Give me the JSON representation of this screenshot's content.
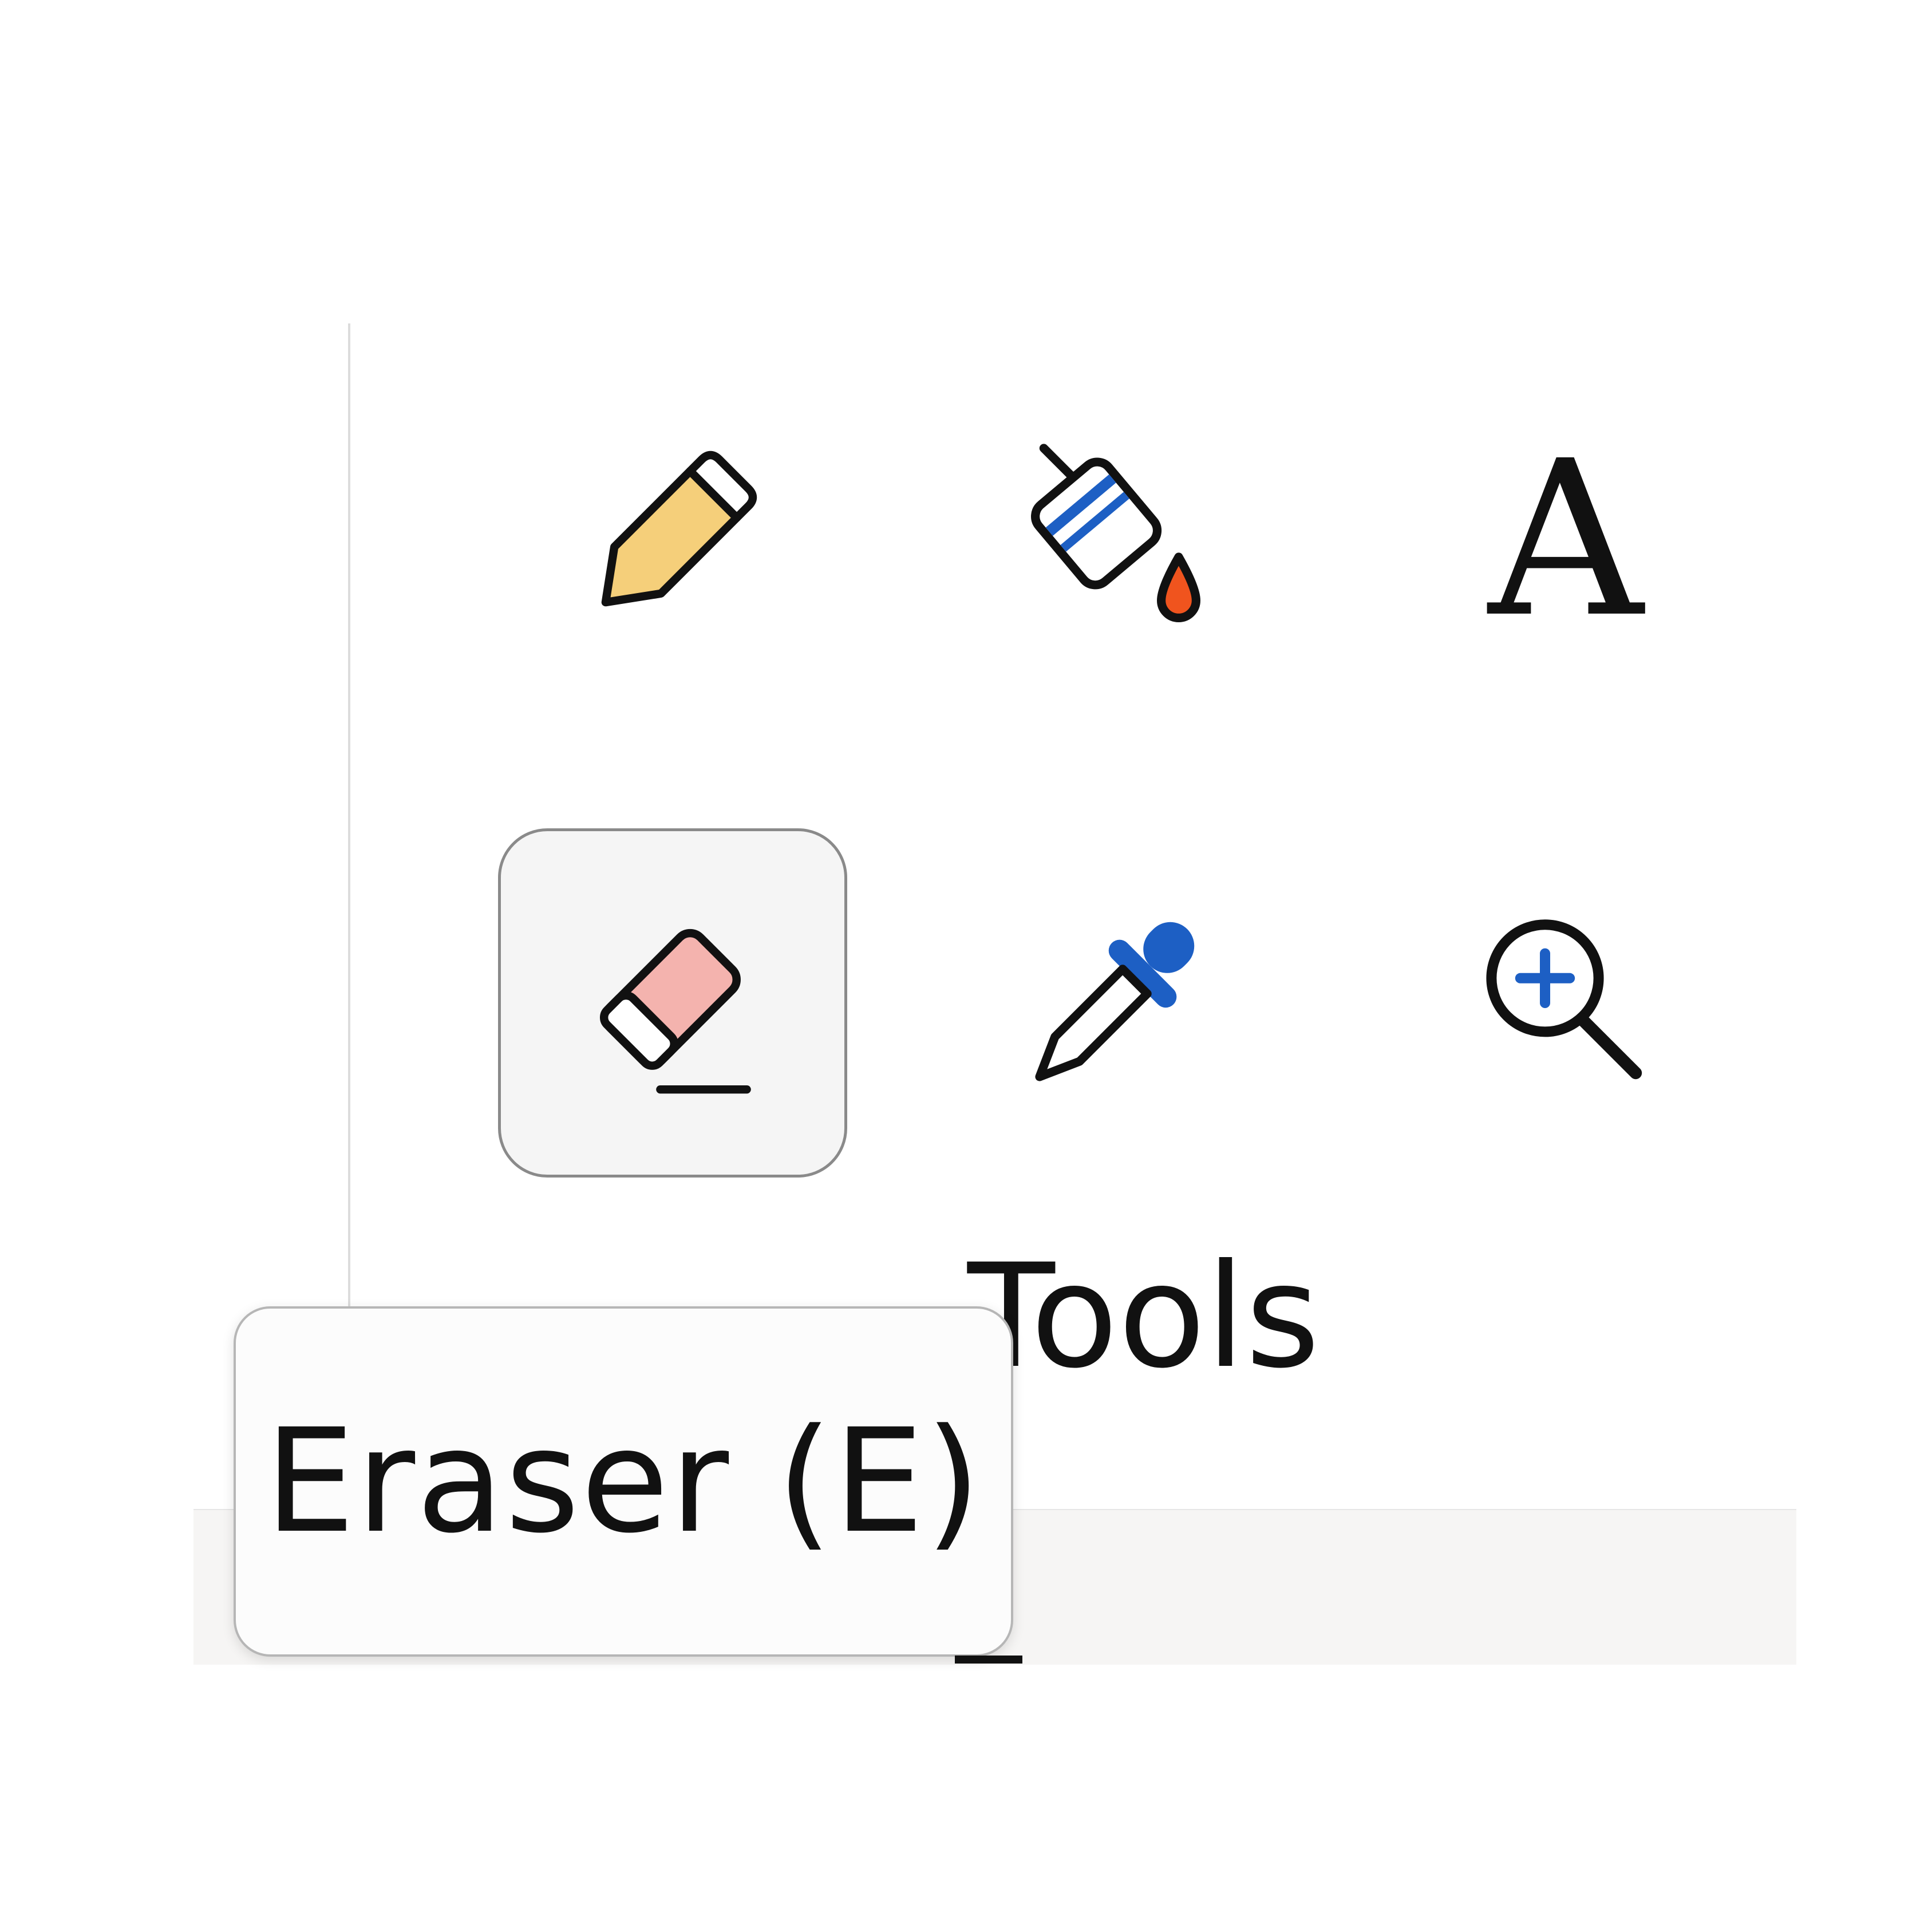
{
  "toolbar": {
    "group_label": "Tools",
    "tools": [
      {
        "name": "Pencil",
        "icon": "pencil-icon",
        "selected": false
      },
      {
        "name": "Fill",
        "icon": "fill-bucket-icon",
        "selected": false
      },
      {
        "name": "Text",
        "icon": "text-icon",
        "selected": false
      },
      {
        "name": "Eraser",
        "icon": "eraser-icon",
        "selected": true
      },
      {
        "name": "Color picker",
        "icon": "color-picker-icon",
        "selected": false
      },
      {
        "name": "Magnifier",
        "icon": "magnifier-icon",
        "selected": false
      }
    ],
    "text_tool_glyph": "A"
  },
  "tooltip": {
    "text": "Eraser (E)"
  },
  "colors": {
    "pencil_body": "#f5cf7a",
    "eraser_pink": "#f4b3ae",
    "accent_blue": "#1d5fc4",
    "fill_drop": "#f0541e",
    "outline": "#111111",
    "selected_border": "#8a8a8a",
    "selected_bg": "#f5f5f5"
  }
}
